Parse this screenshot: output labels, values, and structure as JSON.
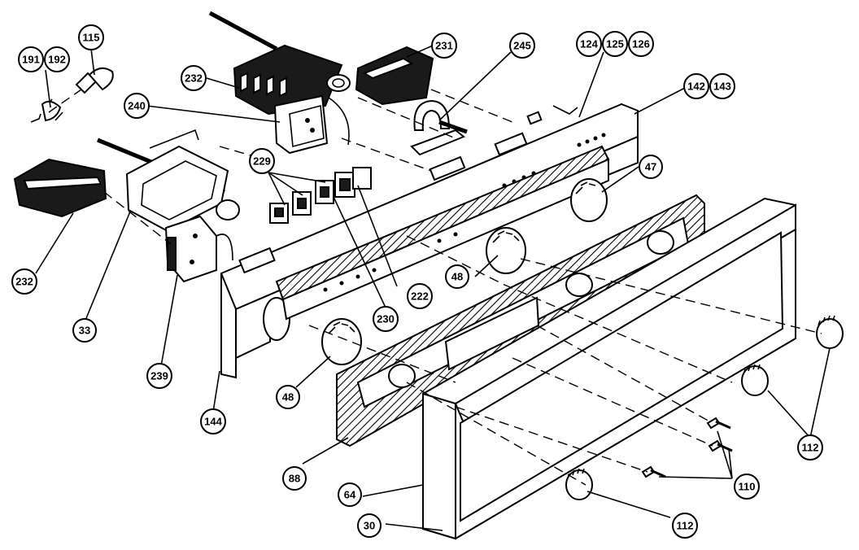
{
  "callouts": [
    {
      "id": "c191",
      "label": "191"
    },
    {
      "id": "c192",
      "label": "192"
    },
    {
      "id": "c115",
      "label": "115"
    },
    {
      "id": "c232a",
      "label": "232"
    },
    {
      "id": "c231",
      "label": "231"
    },
    {
      "id": "c245",
      "label": "245"
    },
    {
      "id": "c124",
      "label": "124"
    },
    {
      "id": "c125",
      "label": "125"
    },
    {
      "id": "c126",
      "label": "126"
    },
    {
      "id": "c142",
      "label": "142"
    },
    {
      "id": "c143",
      "label": "143"
    },
    {
      "id": "c240",
      "label": "240"
    },
    {
      "id": "c229",
      "label": "229"
    },
    {
      "id": "c47",
      "label": "47"
    },
    {
      "id": "c232b",
      "label": "232"
    },
    {
      "id": "c48a",
      "label": "48"
    },
    {
      "id": "c222",
      "label": "222"
    },
    {
      "id": "c230",
      "label": "230"
    },
    {
      "id": "c33",
      "label": "33"
    },
    {
      "id": "c239",
      "label": "239"
    },
    {
      "id": "c48b",
      "label": "48"
    },
    {
      "id": "c144",
      "label": "144"
    },
    {
      "id": "c88",
      "label": "88"
    },
    {
      "id": "c64",
      "label": "64"
    },
    {
      "id": "c30",
      "label": "30"
    },
    {
      "id": "c112a",
      "label": "112"
    },
    {
      "id": "c110",
      "label": "110"
    },
    {
      "id": "c112b",
      "label": "112"
    }
  ]
}
